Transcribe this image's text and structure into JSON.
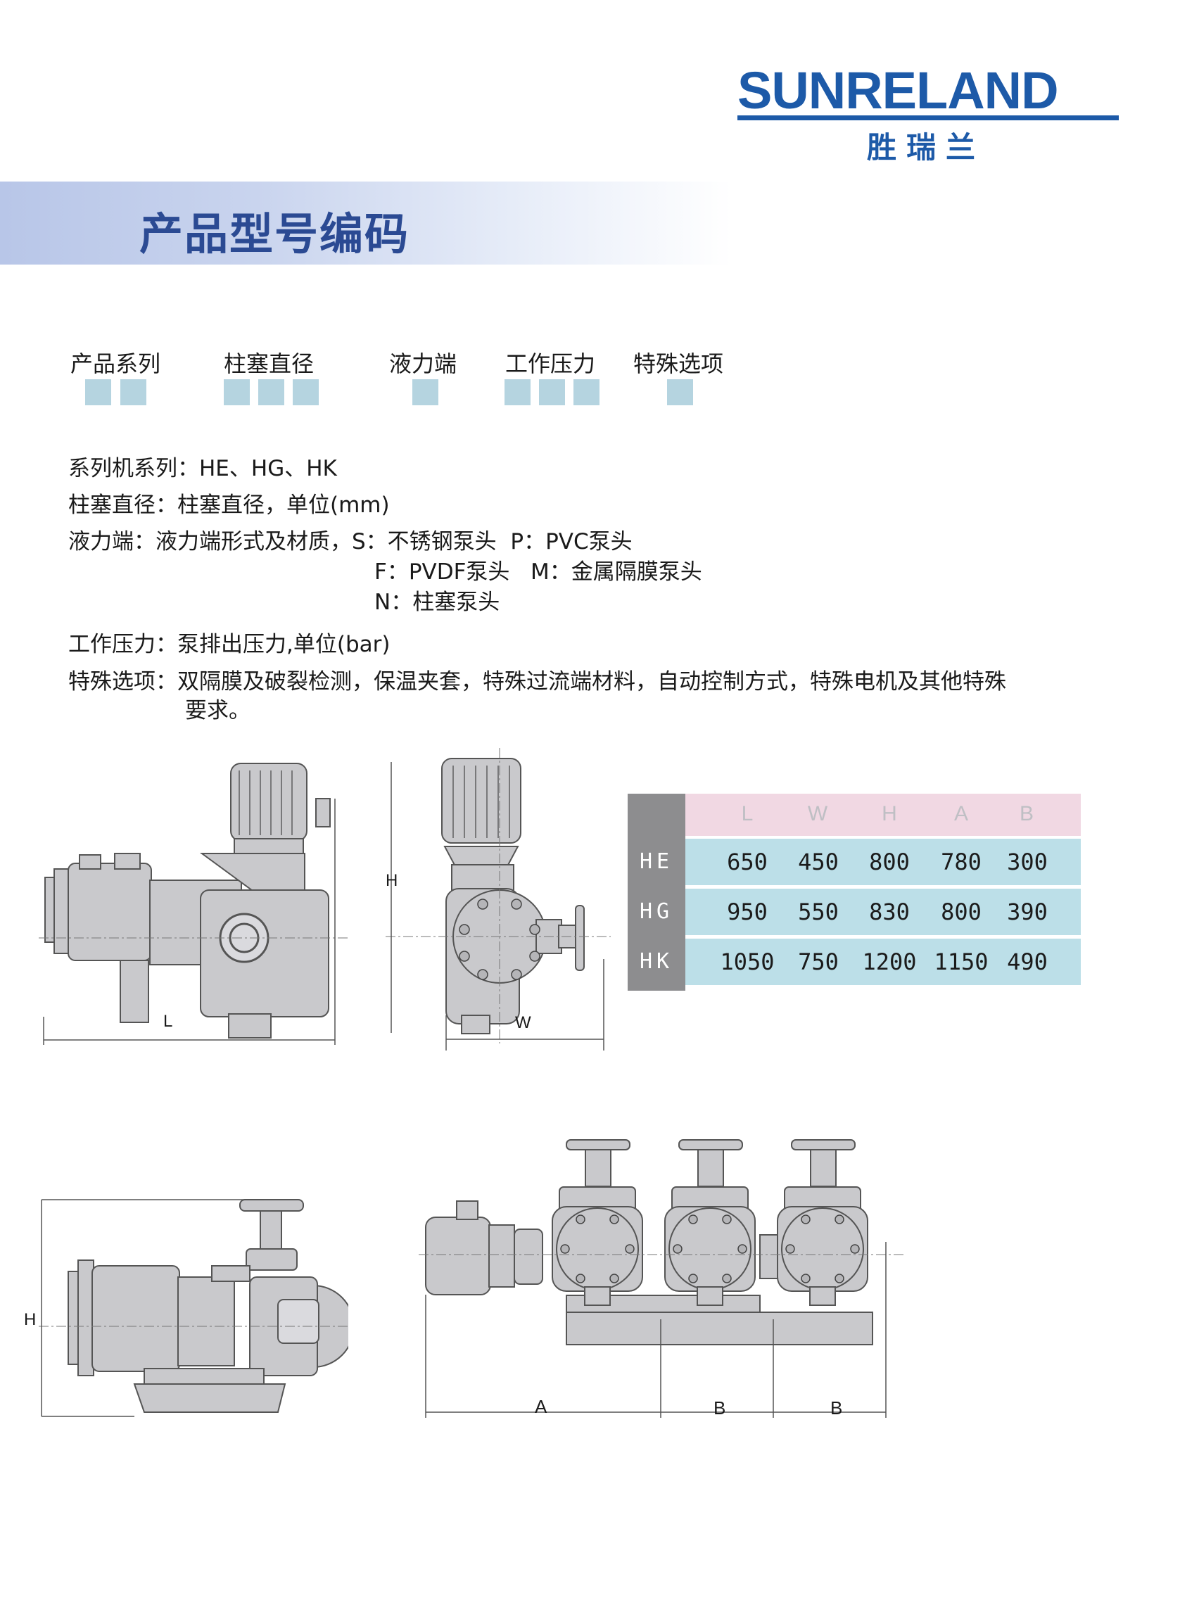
{
  "logo": {
    "brand": "SUNRELAND",
    "brand_cn": "胜瑞兰"
  },
  "banner": {
    "title": "产品型号编码"
  },
  "code": {
    "labels": [
      "产品系列",
      "柱塞直径",
      "液力端",
      "工作压力",
      "特殊选项"
    ]
  },
  "desc": {
    "series": "系列机系列：HE、HG、HK",
    "plunger": "柱塞直径：柱塞直径，单位(mm)",
    "liquid_1": "液力端：液力端形式及材质，S：不锈钢泵头  P：PVC泵头",
    "liquid_2": "F：PVDF泵头   M：金属隔膜泵头",
    "liquid_3": "N：柱塞泵头",
    "pressure": "工作压力：泵排出压力,单位(bar)",
    "special_1": "特殊选项：双隔膜及破裂检测，保温夹套，特殊过流端材料，自动控制方式，特殊电机及其他特殊",
    "special_2": "要求。"
  },
  "table": {
    "headers": [
      "L",
      "W",
      "H",
      "A",
      "B"
    ],
    "rows": [
      {
        "label": "HE",
        "values": [
          "650",
          "450",
          "800",
          "780",
          "300"
        ]
      },
      {
        "label": "HG",
        "values": [
          "950",
          "550",
          "830",
          "800",
          "390"
        ]
      },
      {
        "label": "HK",
        "values": [
          "1050",
          "750",
          "1200",
          "1150",
          "490"
        ]
      }
    ]
  },
  "dims": {
    "L": "L",
    "W": "W",
    "H": "H",
    "A": "A",
    "B": "B"
  },
  "colors": {
    "brand_blue": "#1d5aa8",
    "banner_title": "#2b4a93",
    "code_box": "#b5d4e0",
    "table_row": "#bcdfe8",
    "table_head": "#f1d8e3",
    "table_side": "#8d8d8f",
    "pump_body": "#c9c9cc"
  }
}
